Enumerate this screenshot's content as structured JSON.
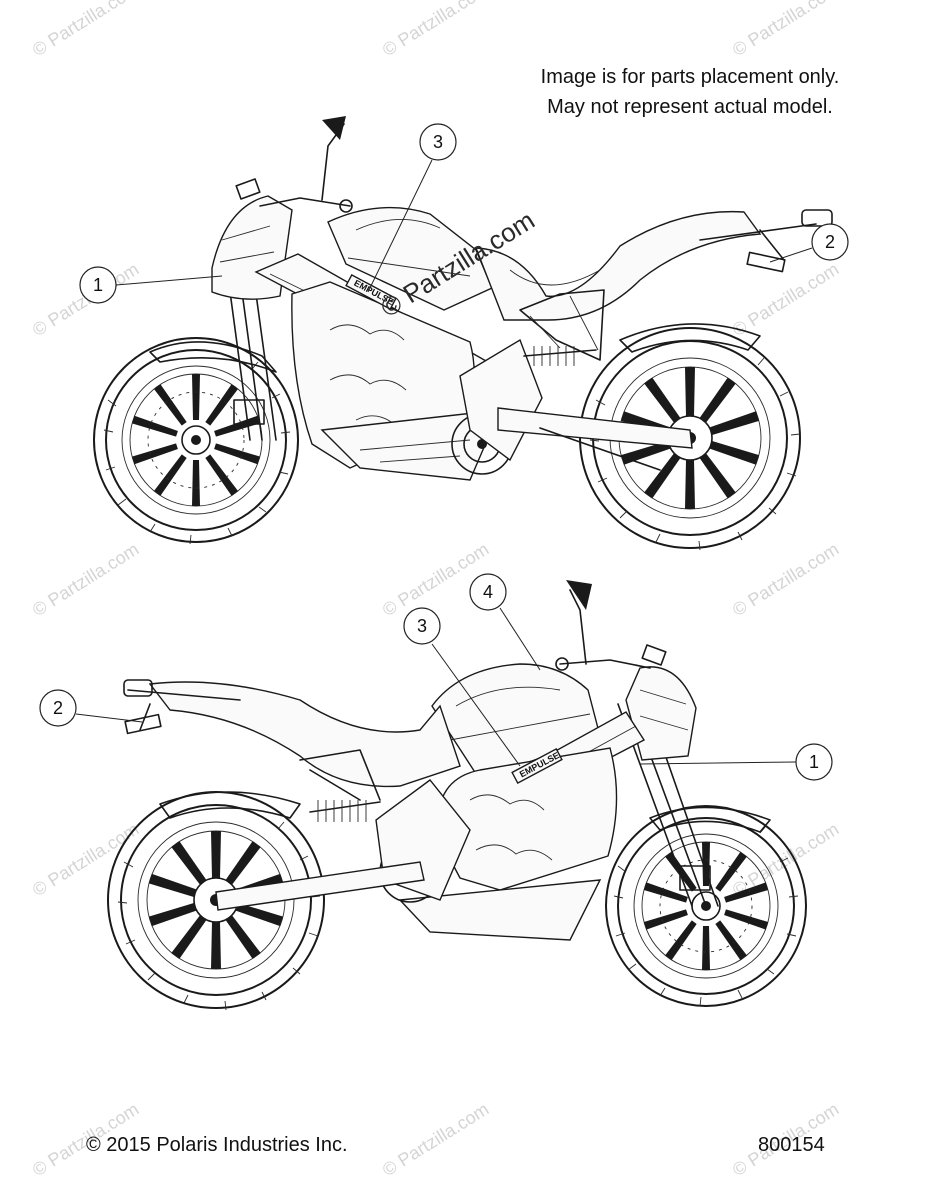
{
  "note": {
    "line1": "Image is for parts placement only.",
    "line2": "May not represent actual model."
  },
  "footer": {
    "copyright": "© 2015 Polaris Industries Inc.",
    "figure_number": "800154"
  },
  "watermark": {
    "text": "© Partzilla.com",
    "center_text": "© Partzilla.com"
  },
  "decal_text": "EMPULSE",
  "callouts": {
    "top": [
      "1",
      "2",
      "3"
    ],
    "bottom": [
      "1",
      "2",
      "3",
      "4"
    ]
  },
  "colors": {
    "ink": "#1a1a1a",
    "watermark": "#d4d4d4"
  }
}
